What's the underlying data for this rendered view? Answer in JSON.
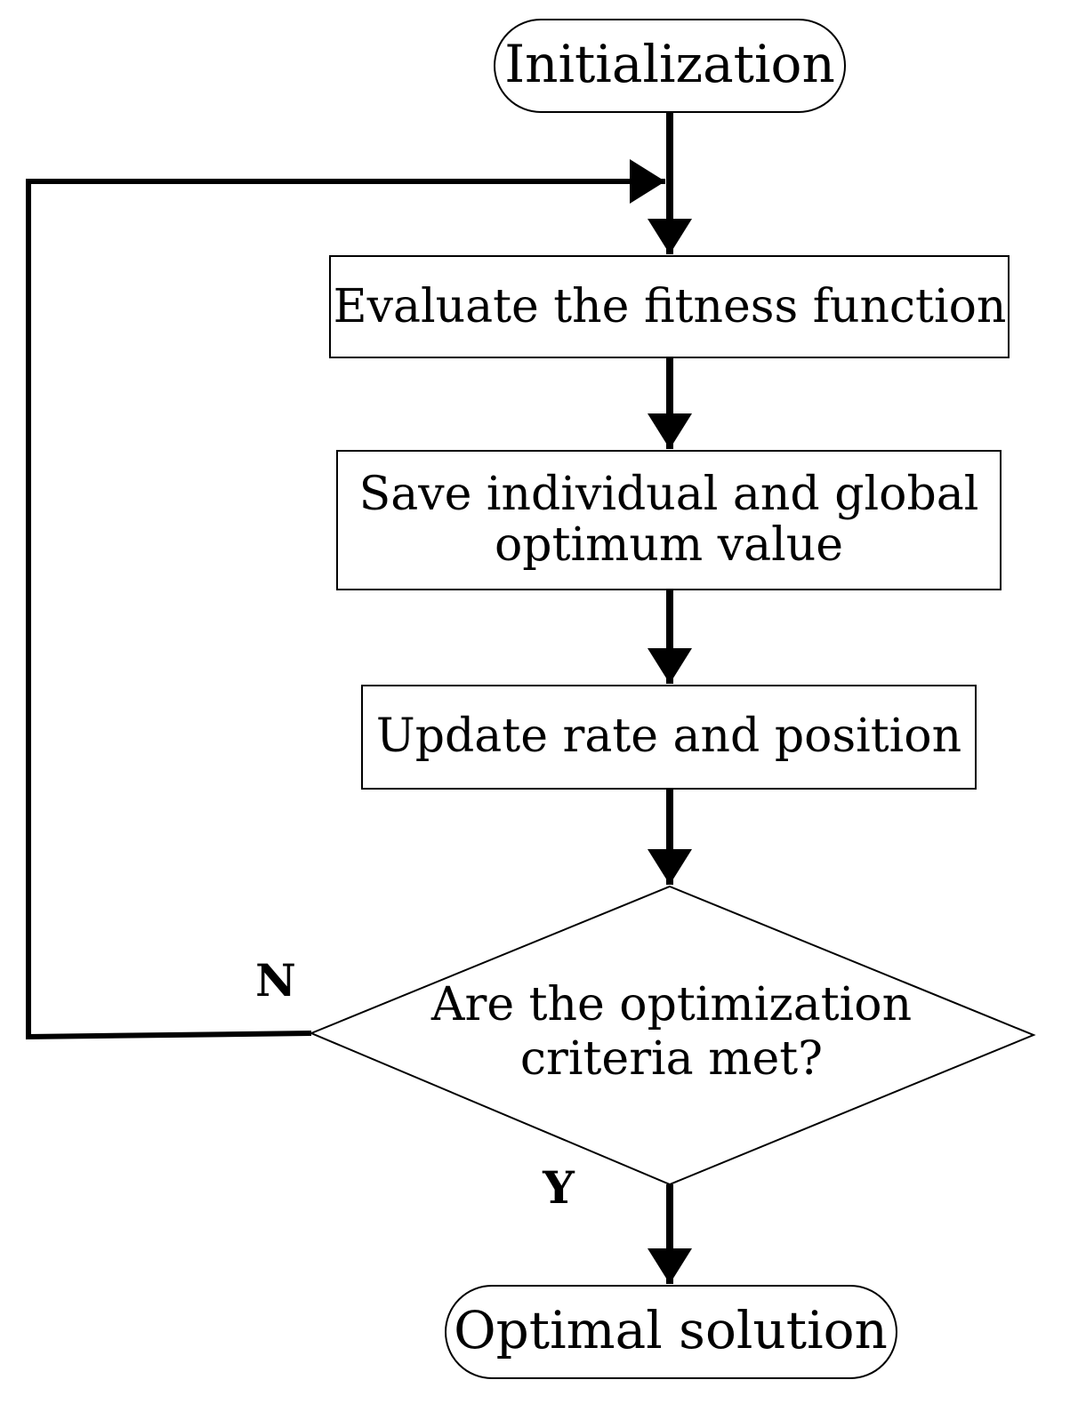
{
  "nodes": {
    "start": {
      "label": "Initialization"
    },
    "evaluate": {
      "label": "Evaluate the fitness function"
    },
    "save": {
      "line1": "Save individual and global",
      "line2": "optimum value"
    },
    "update": {
      "label": "Update rate and position"
    },
    "decision": {
      "line1": "Are the optimization",
      "line2": "criteria met?"
    },
    "end": {
      "label": "Optimal solution"
    }
  },
  "edges": {
    "no_label": "N",
    "yes_label": "Y"
  }
}
